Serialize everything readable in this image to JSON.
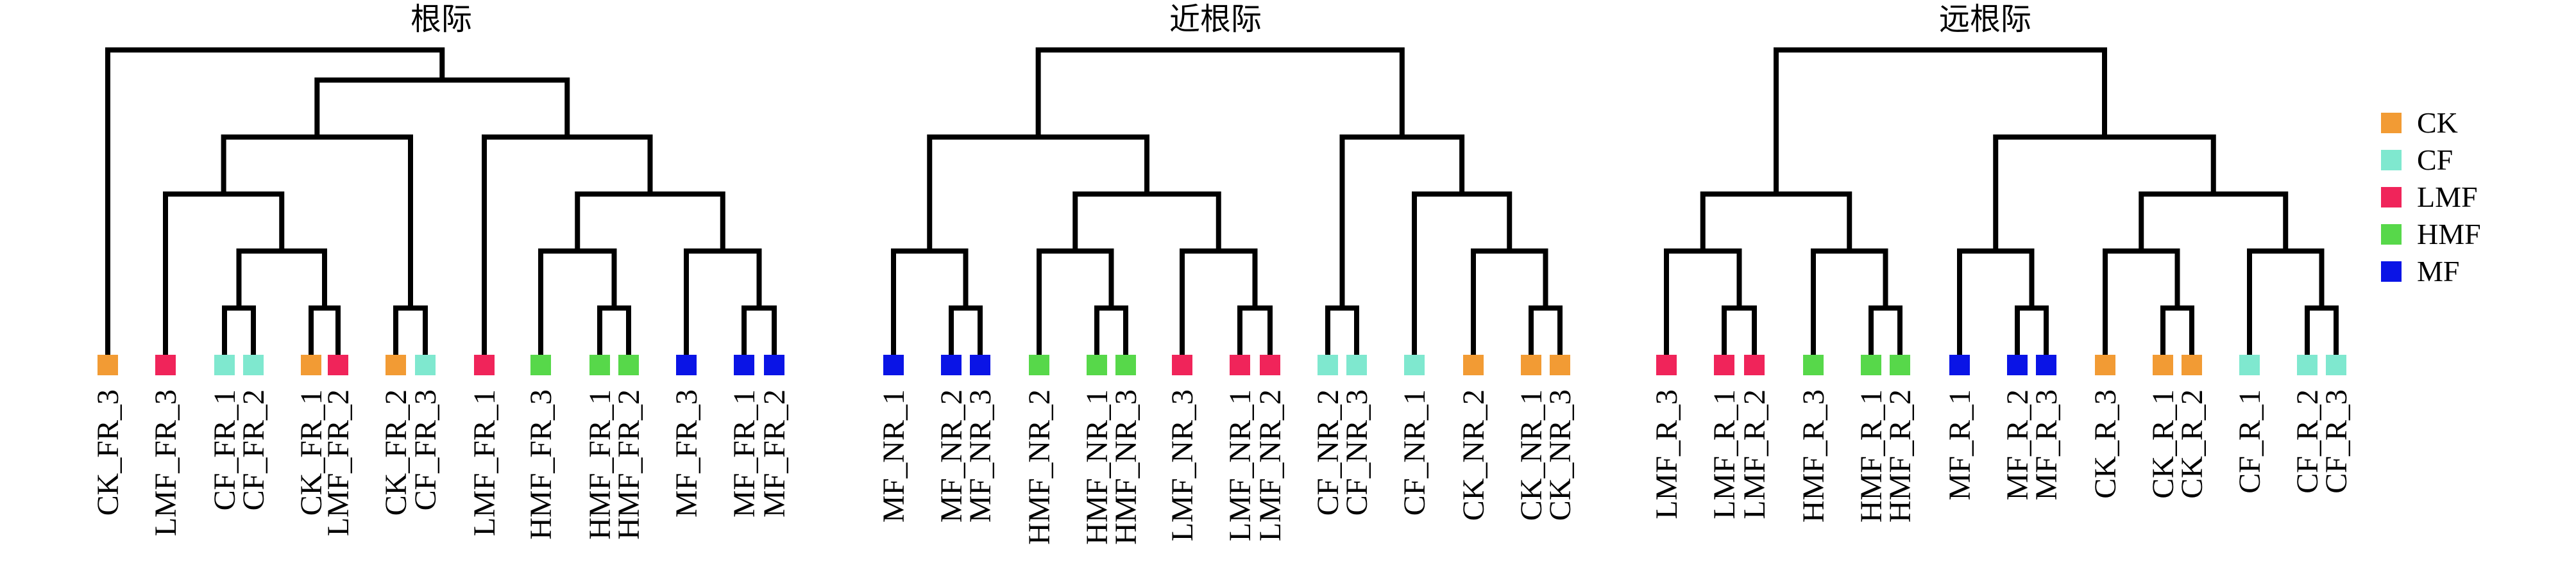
{
  "legend": {
    "items": [
      {
        "label": "CK",
        "color": "#F29B34"
      },
      {
        "label": "CF",
        "color": "#7FE8CF"
      },
      {
        "label": "LMF",
        "color": "#F0245A"
      },
      {
        "label": "HMF",
        "color": "#57D84A"
      },
      {
        "label": "MF",
        "color": "#0A14E6"
      }
    ]
  },
  "panels": [
    {
      "title": "根际",
      "leaves": [
        {
          "label": "CK_FR_3",
          "group": "CK"
        },
        {
          "label": "LMF_FR_3",
          "group": "LMF"
        },
        {
          "label": "CF_FR_1",
          "group": "CF"
        },
        {
          "label": "CF_FR_2",
          "group": "CF"
        },
        {
          "label": "CK_FR_1",
          "group": "CK"
        },
        {
          "label": "LMF_FR_2",
          "group": "LMF"
        },
        {
          "label": "CK_FR_2",
          "group": "CK"
        },
        {
          "label": "CF_FR_3",
          "group": "CF"
        },
        {
          "label": "LMF_FR_1",
          "group": "LMF"
        },
        {
          "label": "HMF_FR_3",
          "group": "HMF"
        },
        {
          "label": "HMF_FR_1",
          "group": "HMF"
        },
        {
          "label": "HMF_FR_2",
          "group": "HMF"
        },
        {
          "label": "MF_FR_3",
          "group": "MF"
        },
        {
          "label": "MF_FR_1",
          "group": "MF"
        },
        {
          "label": "MF_FR_2",
          "group": "MF"
        }
      ],
      "tree": [
        0,
        [
          [
            [
              1,
              [
                [
                  2,
                  3
                ],
                [
                  4,
                  5
                ]
              ]
            ],
            [
              6,
              7
            ]
          ],
          [
            8,
            [
              [
                9,
                [
                  10,
                  11
                ]
              ],
              [
                12,
                [
                  13,
                  14
                ]
              ]
            ]
          ]
        ]
      ]
    },
    {
      "title": "近根际",
      "leaves": [
        {
          "label": "MF_NR_1",
          "group": "MF"
        },
        {
          "label": "MF_NR_2",
          "group": "MF"
        },
        {
          "label": "MF_NR_3",
          "group": "MF"
        },
        {
          "label": "HMF_NR_2",
          "group": "HMF"
        },
        {
          "label": "HMF_NR_1",
          "group": "HMF"
        },
        {
          "label": "HMF_NR_3",
          "group": "HMF"
        },
        {
          "label": "LMF_NR_3",
          "group": "LMF"
        },
        {
          "label": "LMF_NR_1",
          "group": "LMF"
        },
        {
          "label": "LMF_NR_2",
          "group": "LMF"
        },
        {
          "label": "CF_NR_2",
          "group": "CF"
        },
        {
          "label": "CF_NR_3",
          "group": "CF"
        },
        {
          "label": "CF_NR_1",
          "group": "CF"
        },
        {
          "label": "CK_NR_2",
          "group": "CK"
        },
        {
          "label": "CK_NR_1",
          "group": "CK"
        },
        {
          "label": "CK_NR_3",
          "group": "CK"
        }
      ],
      "tree": [
        [
          [
            0,
            [
              1,
              2
            ]
          ],
          [
            [
              3,
              [
                4,
                5
              ]
            ],
            [
              6,
              [
                7,
                8
              ]
            ]
          ]
        ],
        [
          [
            9,
            10
          ],
          [
            11,
            [
              12,
              [
                13,
                14
              ]
            ]
          ]
        ]
      ]
    },
    {
      "title": "远根际",
      "leaves": [
        {
          "label": "LMF_R_3",
          "group": "LMF"
        },
        {
          "label": "LMF_R_1",
          "group": "LMF"
        },
        {
          "label": "LMF_R_2",
          "group": "LMF"
        },
        {
          "label": "HMF_R_3",
          "group": "HMF"
        },
        {
          "label": "HMF_R_1",
          "group": "HMF"
        },
        {
          "label": "HMF_R_2",
          "group": "HMF"
        },
        {
          "label": "MF_R_1",
          "group": "MF"
        },
        {
          "label": "MF_R_2",
          "group": "MF"
        },
        {
          "label": "MF_R_3",
          "group": "MF"
        },
        {
          "label": "CK_R_3",
          "group": "CK"
        },
        {
          "label": "CK_R_1",
          "group": "CK"
        },
        {
          "label": "CK_R_2",
          "group": "CK"
        },
        {
          "label": "CF_R_1",
          "group": "CF"
        },
        {
          "label": "CF_R_2",
          "group": "CF"
        },
        {
          "label": "CF_R_3",
          "group": "CF"
        }
      ],
      "tree": [
        [
          [
            0,
            [
              1,
              2
            ]
          ],
          [
            3,
            [
              4,
              5
            ]
          ]
        ],
        [
          [
            6,
            [
              7,
              8
            ]
          ],
          [
            [
              9,
              [
                10,
                11
              ]
            ],
            [
              12,
              [
                13,
                14
              ]
            ]
          ]
        ]
      ]
    }
  ]
}
